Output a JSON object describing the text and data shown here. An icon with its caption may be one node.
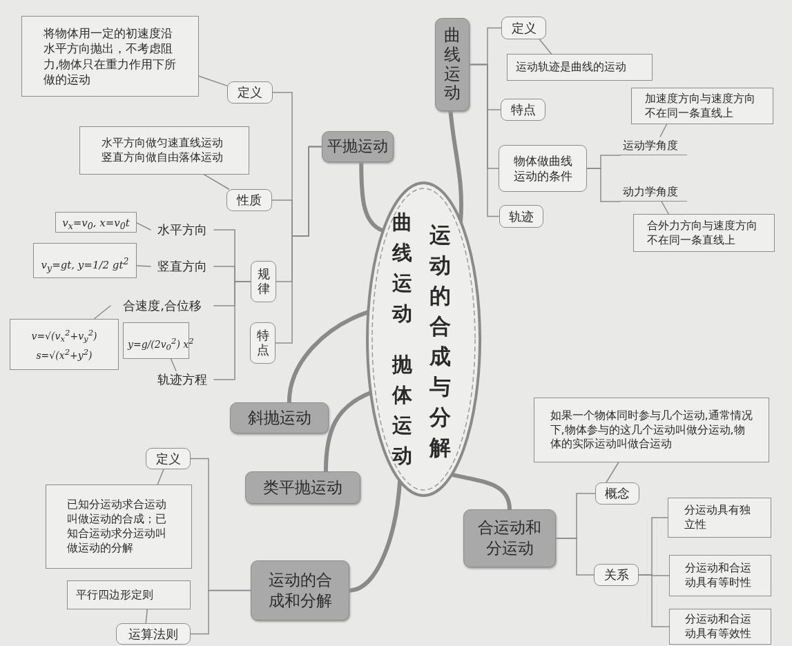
{
  "diagram": {
    "nodes": [
      {
        "text": [
          "曲线运动",
          "抛体运动",
          "运动的合成与分解"
        ]
      },
      {
        "text": [
          "曲线运动"
        ]
      },
      {
        "text": [
          "定义"
        ]
      },
      {
        "text": [
          "运动轨迹是曲线的运动"
        ]
      },
      {
        "text": [
          "特点"
        ]
      },
      {
        "text": [
          "物体做曲线运动的条件"
        ]
      },
      {
        "text": [
          "运动学角度"
        ]
      },
      {
        "text": [
          "加速度方向与速度方向不在同一条直线上"
        ]
      },
      {
        "text": [
          "动力学角度"
        ]
      },
      {
        "text": [
          "合外力方向与速度方向不在同一条直线上"
        ]
      },
      {
        "text": [
          "轨迹"
        ]
      },
      {
        "text": [
          "平抛运动"
        ]
      },
      {
        "text": [
          "定义"
        ]
      },
      {
        "text": [
          "将物体用一定的初速度沿水平方向抛出，不考虑阻力,物体只在重力作用下所做的运动"
        ]
      },
      {
        "text": [
          "性质"
        ]
      },
      {
        "text": [
          "水平方向做匀速直线运动竖直方向做自由落体运动"
        ]
      },
      {
        "text": [
          "规律"
        ]
      },
      {
        "text": [
          "水平方向"
        ]
      },
      {
        "text": [
          "v$_{x}$=v$_{0}$, x=v$_{0}$t"
        ]
      },
      {
        "text": [
          "竖直方向"
        ]
      },
      {
        "text": [
          "v$_{y}$=gt, y=1/2 gt$^{2}$"
        ]
      },
      {
        "text": [
          "合速度,合位移"
        ]
      },
      {
        "text": [
          "v=√(v$_{x}$$^{2}$+v$_{y}$$^{2}$) s=√(x$^{2}$+y$^{2}$)"
        ]
      },
      {
        "text": [
          "特点"
        ]
      },
      {
        "text": [
          "y=g/(2v$_{0}$$^{2}$) x$^{2}$"
        ]
      },
      {
        "text": [
          "轨迹方程"
        ]
      },
      {
        "text": [
          "斜抛运动"
        ]
      },
      {
        "text": [
          "类平抛运动"
        ]
      },
      {
        "text": [
          "运动的合成和分解"
        ]
      },
      {
        "text": [
          "定义"
        ]
      },
      {
        "text": [
          "已知分运动求合运动叫做运动的合成；已知合运动求分运动叫做运动的分解"
        ]
      },
      {
        "text": [
          "运算法则"
        ]
      },
      {
        "text": [
          "平行四边形定则"
        ]
      },
      {
        "text": [
          "合运动和分运动"
        ]
      },
      {
        "text": [
          "概念"
        ]
      },
      {
        "text": [
          "如果一个物体同时参与几个运动,通常情况下,物体参与的这几个运动叫做分运动,物体的实际运动叫做合运动"
        ]
      },
      {
        "text": [
          "关系"
        ]
      },
      {
        "text": [
          "分运动具有独立性"
        ]
      },
      {
        "text": [
          "分运动和合运动具有等时性"
        ]
      },
      {
        "text": [
          "分运动和合运动具有等效性"
        ]
      }
    ],
    "edges": [
      {
        "from": 0,
        "to": 1,
        "arrow": "none",
        "style": "thick"
      },
      {
        "from": 0,
        "to": 11,
        "arrow": "none",
        "style": "thick"
      },
      {
        "from": 0,
        "to": 26,
        "arrow": "none",
        "style": "thick"
      },
      {
        "from": 0,
        "to": 27,
        "arrow": "none",
        "style": "thick"
      },
      {
        "from": 0,
        "to": 28,
        "arrow": "none",
        "style": "thick"
      },
      {
        "from": 0,
        "to": 33,
        "arrow": "none",
        "style": "thick"
      },
      {
        "from": 1,
        "to": 2,
        "arrow": "none"
      },
      {
        "from": 1,
        "to": 4,
        "arrow": "none"
      },
      {
        "from": 1,
        "to": 5,
        "arrow": "none"
      },
      {
        "from": 1,
        "to": 10,
        "arrow": "none"
      },
      {
        "from": 5,
        "to": 6,
        "arrow": "none"
      },
      {
        "from": 5,
        "to": 8,
        "arrow": "none"
      },
      {
        "from": 3,
        "to": 2,
        "arrow": "none"
      },
      {
        "from": 7,
        "to": 6,
        "arrow": "none"
      },
      {
        "from": 9,
        "to": 8,
        "arrow": "none"
      },
      {
        "from": 11,
        "to": 12,
        "arrow": "none"
      },
      {
        "from": 11,
        "to": 14,
        "arrow": "none"
      },
      {
        "from": 11,
        "to": 16,
        "arrow": "none"
      },
      {
        "from": 11,
        "to": 23,
        "arrow": "none"
      },
      {
        "from": 13,
        "to": 12,
        "arrow": "none"
      },
      {
        "from": 15,
        "to": 14,
        "arrow": "none"
      },
      {
        "from": 16,
        "to": 17,
        "arrow": "none"
      },
      {
        "from": 16,
        "to": 19,
        "arrow": "none"
      },
      {
        "from": 16,
        "to": 21,
        "arrow": "none"
      },
      {
        "from": 16,
        "to": 25,
        "arrow": "none"
      },
      {
        "from": 18,
        "to": 17,
        "arrow": "none"
      },
      {
        "from": 20,
        "to": 19,
        "arrow": "none"
      },
      {
        "from": 22,
        "to": 21,
        "arrow": "none"
      },
      {
        "from": 24,
        "to": 25,
        "arrow": "none"
      },
      {
        "from": 28,
        "to": 29,
        "arrow": "none"
      },
      {
        "from": 28,
        "to": 31,
        "arrow": "none"
      },
      {
        "from": 30,
        "to": 29,
        "arrow": "none"
      },
      {
        "from": 32,
        "to": 31,
        "arrow": "none"
      },
      {
        "from": 33,
        "to": 34,
        "arrow": "none"
      },
      {
        "from": 33,
        "to": 36,
        "arrow": "none"
      },
      {
        "from": 35,
        "to": 34,
        "arrow": "none"
      },
      {
        "from": 36,
        "to": 37,
        "arrow": "none"
      },
      {
        "from": 36,
        "to": 38,
        "arrow": "none"
      },
      {
        "from": 36,
        "to": 39,
        "arrow": "none"
      }
    ]
  }
}
